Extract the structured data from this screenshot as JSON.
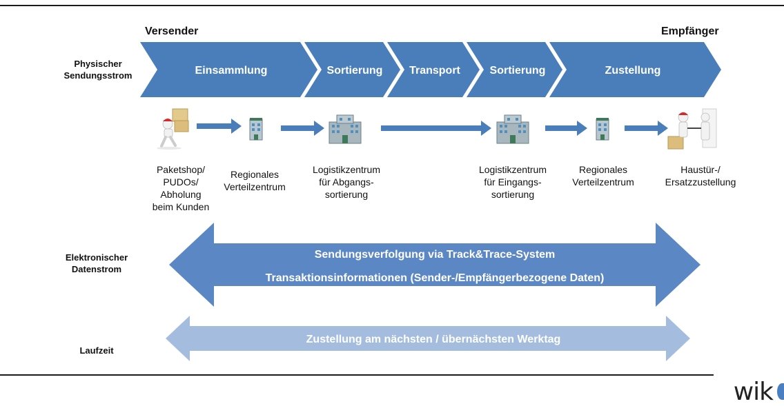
{
  "parties": {
    "sender": "Versender",
    "receiver": "Empfänger"
  },
  "rows": {
    "physical": [
      "Physischer",
      "Sendungsstrom"
    ],
    "electronic": [
      "Elektronischer",
      "Datenstrom"
    ],
    "duration": "Laufzeit"
  },
  "process_steps": [
    "Einsammlung",
    "Sortierung",
    "Transport",
    "Sortierung",
    "Zustellung"
  ],
  "nodes": [
    {
      "lines": [
        "Paketshop/",
        "PUDOs/",
        "Abholung",
        "beim Kunden"
      ],
      "icon": "courier-with-parcels-icon"
    },
    {
      "lines": [
        "Regionales",
        "Verteilzentrum"
      ],
      "icon": "small-building-icon"
    },
    {
      "lines": [
        "Logistikzentrum",
        "für Abgangs-",
        "sortierung"
      ],
      "icon": "large-building-icon"
    },
    {
      "lines": [
        "Logistikzentrum",
        "für Eingangs-",
        "sortierung"
      ],
      "icon": "large-building-icon"
    },
    {
      "lines": [
        "Regionales",
        "Verteilzentrum"
      ],
      "icon": "small-building-icon"
    },
    {
      "lines": [
        "Haustür-/",
        "Ersatzzustellung"
      ],
      "icon": "parcel-handover-icon"
    }
  ],
  "electronic_arrow": {
    "line1": "Sendungsverfolgung via Track&Trace-System",
    "line2": "Transaktionsinformationen (Sender-/Empfängerbezogene Daten)"
  },
  "duration_arrow": "Zustellung am nächsten / übernächsten Werktag",
  "logo": "wik",
  "colors": {
    "chevron": "#4a7ebb",
    "chevron_text": "#ffffff",
    "electronic_arrow": "#5b87c5",
    "duration_arrow": "#a4bddf",
    "connector_arrow": "#4a7ebb"
  }
}
